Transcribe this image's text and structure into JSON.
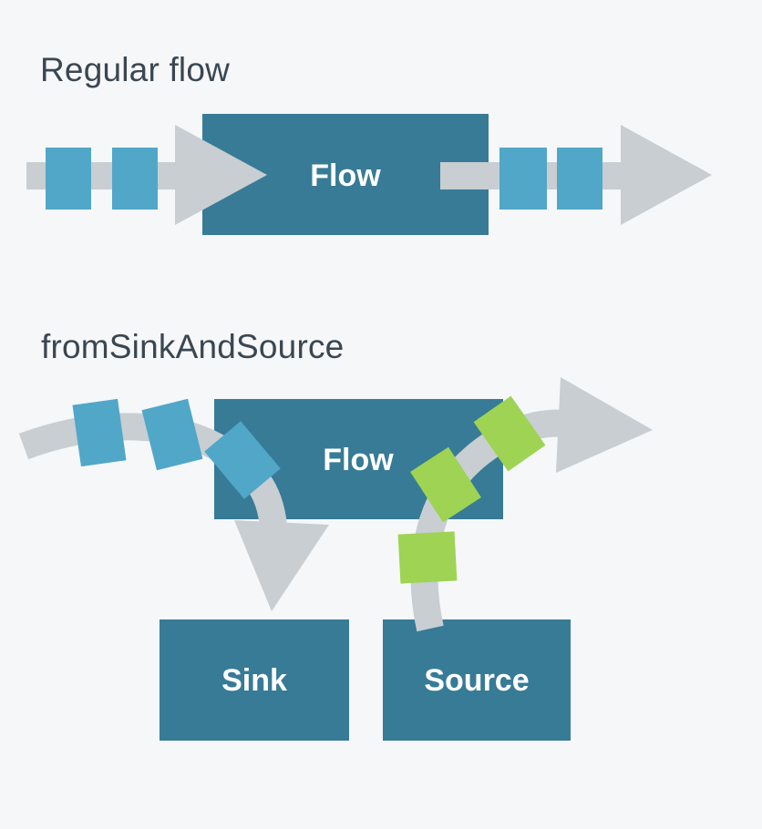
{
  "page": {
    "background_color": "#f6f7f9"
  },
  "colors": {
    "box_teal": "#377b96",
    "element_blue": "#50a7c8",
    "element_green": "#9ed354",
    "arrow_gray": "#c8ced1",
    "heading_text": "#3a4751",
    "box_label_text": "#ffffff"
  },
  "sections": [
    {
      "title": "Regular flow",
      "diagram": {
        "flow_label": "Flow"
      }
    },
    {
      "title": "fromSinkAndSource",
      "diagram": {
        "flow_label": "Flow",
        "sink_label": "Sink",
        "source_label": "Source"
      }
    }
  ]
}
